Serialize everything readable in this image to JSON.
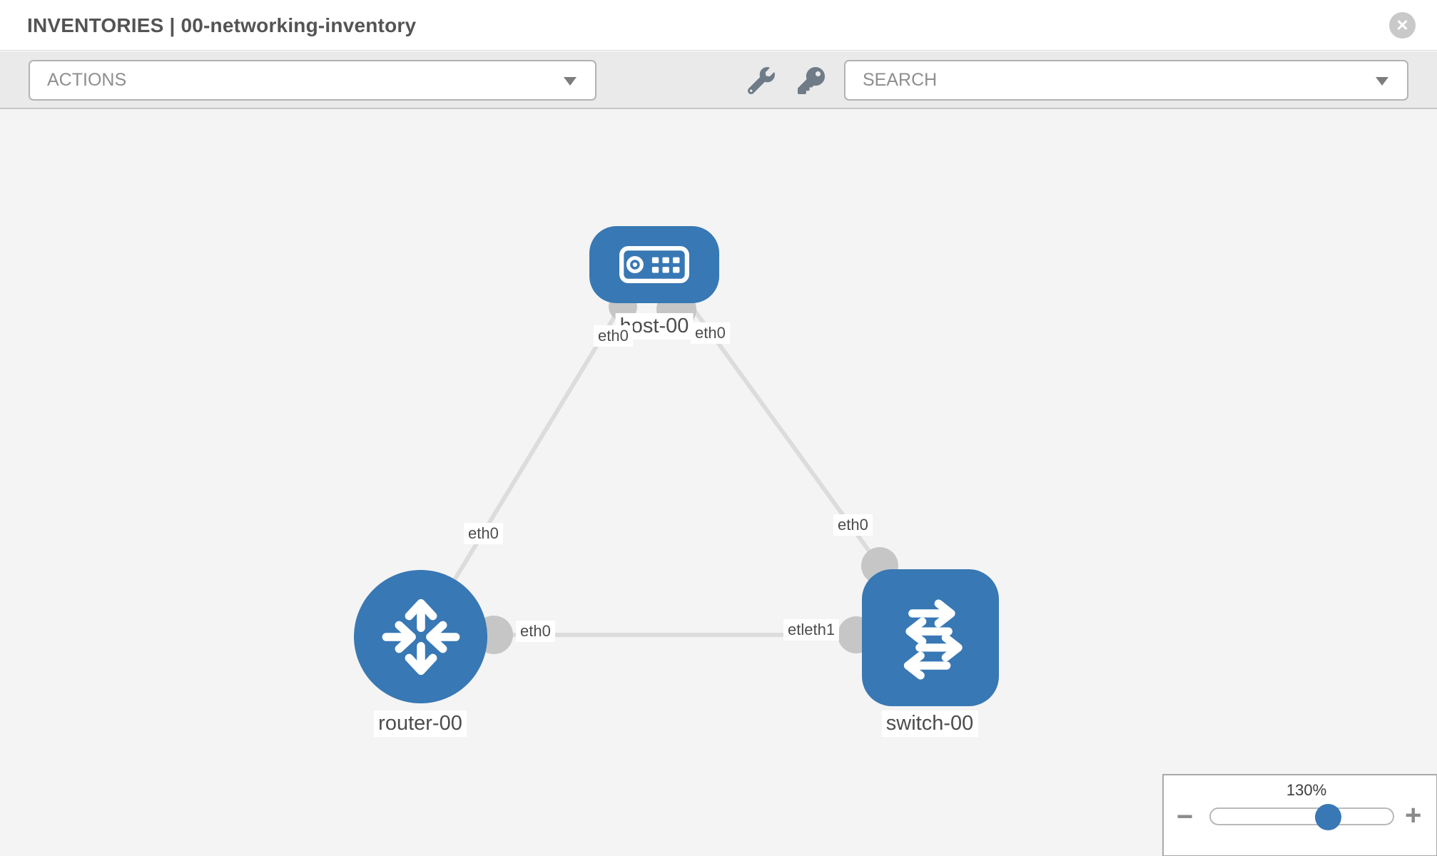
{
  "header": {
    "title": "INVENTORIES | 00-networking-inventory",
    "close_glyph": "✕"
  },
  "toolbar": {
    "actions_label": "ACTIONS",
    "search_placeholder": "SEARCH"
  },
  "topology": {
    "nodes": [
      {
        "id": "host-00",
        "type": "host",
        "label": "host-00"
      },
      {
        "id": "router-00",
        "type": "router",
        "label": "router-00"
      },
      {
        "id": "switch-00",
        "type": "switch",
        "label": "switch-00"
      }
    ],
    "interface_labels": {
      "host_left": "eth0",
      "host_right": "eth0",
      "router_host_link": "eth0",
      "host_switch_link": "eth0",
      "router_switch_at_router": "eth0",
      "router_switch_at_switch": "etleth1"
    },
    "colors": {
      "node_blue": "#3878b4",
      "port_gray": "#c6c6c6",
      "link_gray": "#dcdcdc"
    }
  },
  "zoom_control": {
    "level": "130%",
    "minus_glyph": "−",
    "plus_glyph": "+"
  }
}
